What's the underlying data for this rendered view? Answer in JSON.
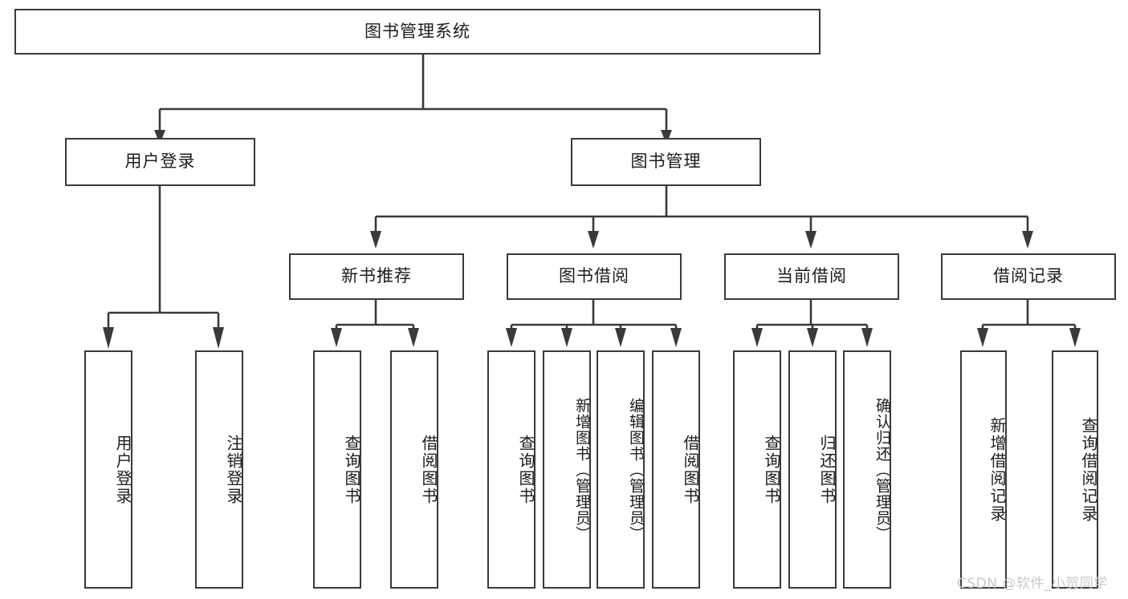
{
  "diagram": {
    "title": "图书管理系统",
    "type": "tree-hierarchy",
    "stroke_color": "#3a3a3a",
    "background_color": "#ffffff",
    "text_color": "#1c1c1c"
  },
  "nodes": {
    "root": {
      "label": "图书管理系统"
    },
    "level2": [
      {
        "id": "user-login",
        "label": "用户登录"
      },
      {
        "id": "book-manage",
        "label": "图书管理"
      }
    ],
    "level3": [
      {
        "id": "new-book-recommend",
        "label": "新书推荐"
      },
      {
        "id": "book-borrow",
        "label": "图书借阅"
      },
      {
        "id": "current-borrow",
        "label": "当前借阅"
      },
      {
        "id": "borrow-record",
        "label": "借阅记录"
      }
    ],
    "leaves": {
      "user_login": [
        {
          "id": "leaf-user-login",
          "label": "用户登录"
        },
        {
          "id": "leaf-logout-login",
          "label": "注销登录"
        }
      ],
      "new_book_recommend": [
        {
          "id": "leaf-query-book-1",
          "label": "查询图书"
        },
        {
          "id": "leaf-borrow-book-1",
          "label": "借阅图书"
        }
      ],
      "book_borrow": [
        {
          "id": "leaf-query-book-2",
          "label": "查询图书"
        },
        {
          "id": "leaf-add-book",
          "label": "新增图书（管理员）"
        },
        {
          "id": "leaf-edit-book",
          "label": "编辑图书（管理员）"
        },
        {
          "id": "leaf-borrow-book-2",
          "label": "借阅图书"
        }
      ],
      "current_borrow": [
        {
          "id": "leaf-query-book-3",
          "label": "查询图书"
        },
        {
          "id": "leaf-return-book",
          "label": "归还图书"
        },
        {
          "id": "leaf-confirm-return",
          "label": "确认归还（管理员）"
        }
      ],
      "borrow_record": [
        {
          "id": "leaf-add-record",
          "label": "新增借阅记录"
        },
        {
          "id": "leaf-query-record",
          "label": "查询借阅记录"
        }
      ]
    }
  },
  "watermark": {
    "text": "CSDN @软件_小贺同学"
  }
}
